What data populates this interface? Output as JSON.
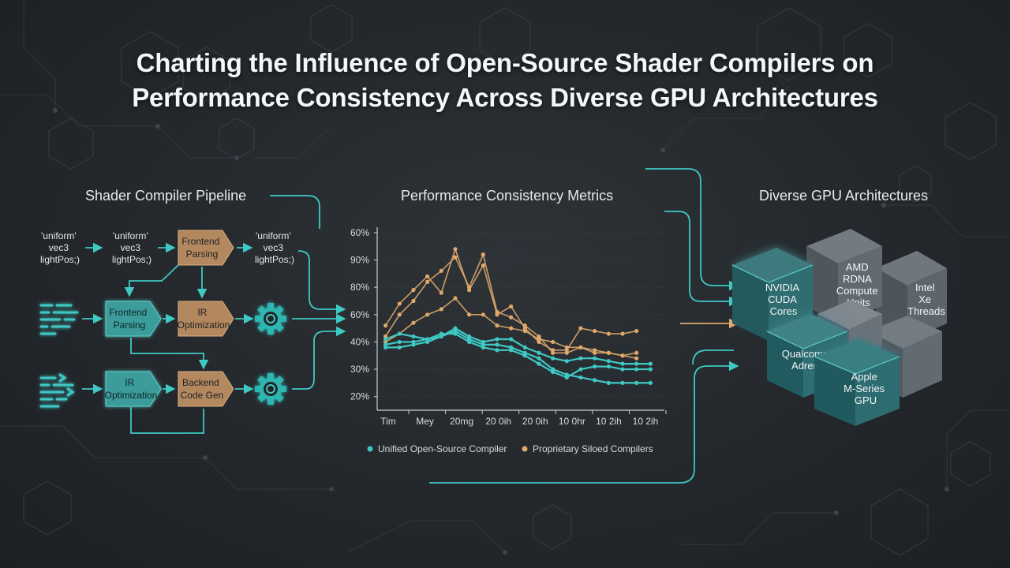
{
  "title": {
    "line1": "Charting the Influence of Open-Source Shader Compilers on",
    "line2": "Performance Consistency Across Diverse GPU Architectures"
  },
  "sections": {
    "pipeline": "Shader Compiler Pipeline",
    "metrics": "Performance Consistency Metrics",
    "gpus": "Diverse GPU Architectures"
  },
  "pipeline": {
    "code_snippets": [
      [
        "'uniform'",
        "vec3",
        "lightPos;)"
      ],
      [
        "'uniform'",
        "vec3",
        "lightPos;)"
      ],
      [
        "'uniform'",
        "vec3",
        "lightPos;)"
      ]
    ],
    "stages": [
      [
        "Frontend",
        "Parsing"
      ],
      [
        "Frontend",
        "Parsing"
      ],
      [
        "IR",
        "Optimization"
      ],
      [
        "IR",
        "Optimization"
      ],
      [
        "Backend",
        "Code Gen"
      ]
    ],
    "icons": [
      "source-code-lines-icon",
      "source-code-arrows-icon",
      "gear-icon",
      "gear-icon"
    ]
  },
  "chart_data": {
    "type": "line",
    "title": "Performance Consistency Metrics",
    "y_tick_labels": [
      "60%",
      "90%",
      "80%",
      "60%",
      "40%",
      "30%",
      "20%"
    ],
    "y_tick_values": [
      70,
      60,
      50,
      40,
      30,
      20,
      10
    ],
    "ylim": [
      5,
      72
    ],
    "x_tick_labels": [
      "Tim",
      "Mey",
      "20mg",
      "20 0ih",
      "20 0ih",
      "10 0hr",
      "10 2ih",
      "10 2ih"
    ],
    "x": [
      0,
      1,
      2,
      3,
      4,
      5,
      6,
      7,
      8,
      9,
      10,
      11,
      12,
      13,
      14,
      15,
      16,
      17,
      18,
      19
    ],
    "xlim": [
      -0.6,
      20
    ],
    "series": [
      {
        "name": "Unified Open-Source Compiler",
        "group": "open",
        "color": "#3fc9c4",
        "values": [
          28,
          28,
          29,
          30,
          32,
          34,
          31,
          29,
          29,
          28,
          26,
          24,
          20,
          18,
          17,
          16,
          15,
          15,
          15,
          15
        ]
      },
      {
        "name": "Unified Open-Source Compiler",
        "group": "open",
        "color": "#3fc9c4",
        "values": [
          29,
          30,
          30,
          31,
          33,
          33,
          30,
          28,
          27,
          27,
          25,
          22,
          19,
          17,
          20,
          21,
          21,
          20,
          20,
          20
        ]
      },
      {
        "name": "Unified Open-Source Compiler",
        "group": "open",
        "color": "#3fc9c4",
        "values": [
          31,
          33,
          32,
          31,
          32,
          35,
          32,
          30,
          31,
          31,
          28,
          26,
          24,
          23,
          24,
          24,
          23,
          22,
          22,
          22
        ]
      },
      {
        "name": "Proprietary Siloed Compilers",
        "group": "proprietary",
        "color": "#e0a86a",
        "values": [
          36,
          44,
          49,
          54,
          48,
          64,
          49,
          58,
          40,
          43,
          35,
          30,
          27,
          27,
          35,
          34,
          33,
          33,
          34
        ]
      },
      {
        "name": "Proprietary Siloed Compilers",
        "group": "proprietary",
        "color": "#e0a86a",
        "values": [
          32,
          40,
          45,
          52,
          56,
          61,
          50,
          62,
          41,
          39,
          36,
          32,
          26,
          26,
          28,
          26,
          26,
          25,
          26
        ]
      },
      {
        "name": "Proprietary Siloed Compilers",
        "group": "proprietary",
        "color": "#e0a86a",
        "values": [
          30,
          33,
          37,
          40,
          42,
          46,
          40,
          40,
          36,
          35,
          34,
          31,
          30,
          28,
          28,
          27,
          26,
          25,
          24
        ]
      }
    ],
    "legend": [
      {
        "label": "Unified Open-Source Compiler",
        "color": "#3fc9c4"
      },
      {
        "label": "Proprietary Siloed Compilers",
        "color": "#e0a86a"
      }
    ],
    "legend_position": "bottom"
  },
  "gpus": [
    {
      "name": "nvidia",
      "lines": [
        "NVIDIA",
        "CUDA",
        "Cores"
      ],
      "tint": "teal"
    },
    {
      "name": "amd",
      "lines": [
        "AMD",
        "RDNA",
        "Compute",
        "Units"
      ],
      "tint": "gray"
    },
    {
      "name": "intel",
      "lines": [
        "Intel",
        "Xe",
        "Threads"
      ],
      "tint": "gray"
    },
    {
      "name": "qualcomm",
      "lines": [
        "Qualcomm",
        "Adreno"
      ],
      "tint": "teal"
    },
    {
      "name": "apple",
      "lines": [
        "Apple",
        "M-Series",
        "GPU"
      ],
      "tint": "teal"
    }
  ],
  "colors": {
    "background": "#24282c",
    "teal": "#3fc9c4",
    "orange": "#e0a86a",
    "stage_orange": "#b4885e",
    "stage_teal": "#3a9c9a"
  }
}
